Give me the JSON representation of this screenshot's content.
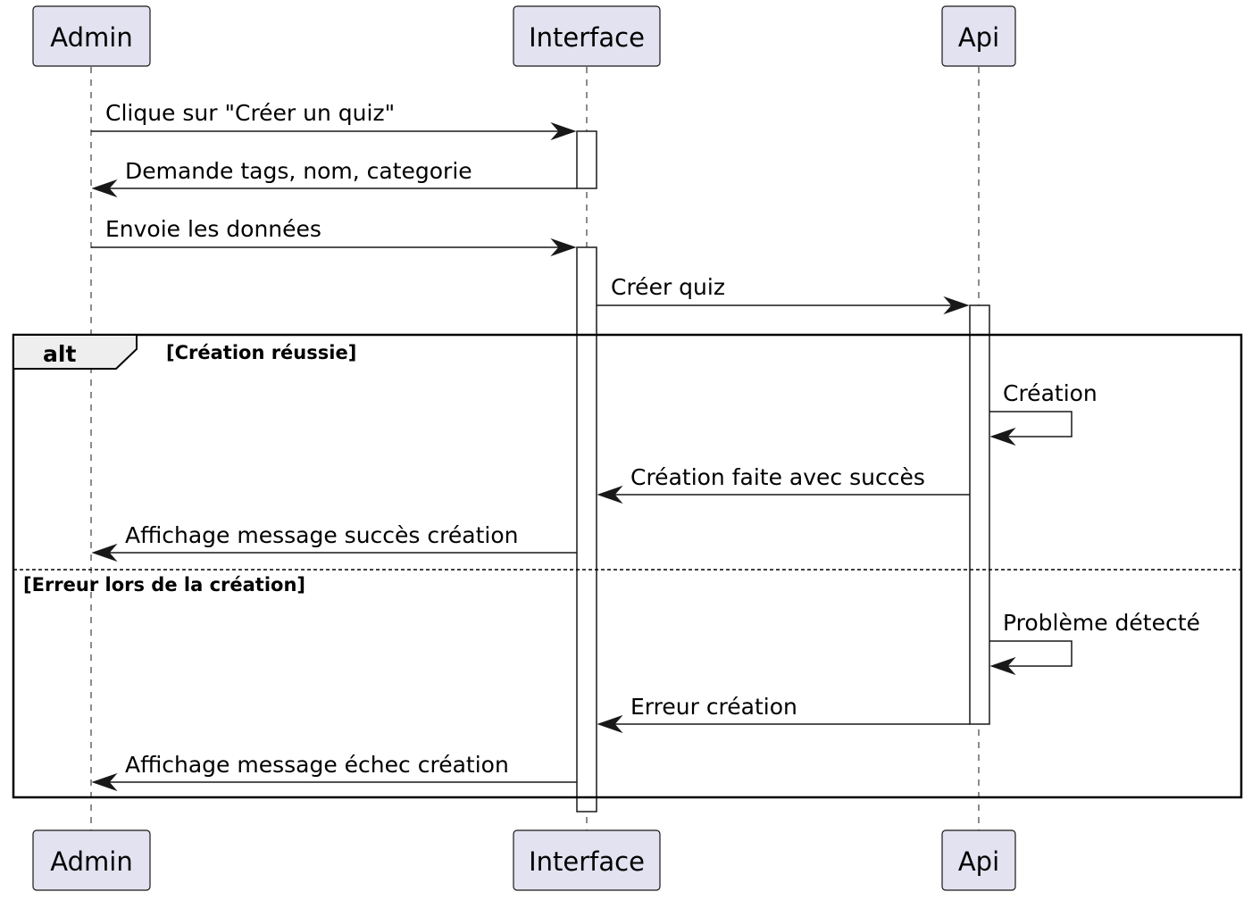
{
  "participants": [
    {
      "id": "admin",
      "label": "Admin"
    },
    {
      "id": "interface",
      "label": "Interface"
    },
    {
      "id": "api",
      "label": "Api"
    }
  ],
  "messages": [
    {
      "from": "admin",
      "to": "interface",
      "label": "Clique sur \"Créer un quiz\""
    },
    {
      "from": "interface",
      "to": "admin",
      "label": "Demande tags, nom, categorie"
    },
    {
      "from": "admin",
      "to": "interface",
      "label": "Envoie les données"
    },
    {
      "from": "interface",
      "to": "api",
      "label": "Créer quiz"
    },
    {
      "from": "api",
      "to": "api",
      "label": "Création"
    },
    {
      "from": "api",
      "to": "interface",
      "label": "Création faite avec succès"
    },
    {
      "from": "interface",
      "to": "admin",
      "label": "Affichage message succès création"
    },
    {
      "from": "api",
      "to": "api",
      "label": "Problème détecté"
    },
    {
      "from": "api",
      "to": "interface",
      "label": "Erreur création"
    },
    {
      "from": "interface",
      "to": "admin",
      "label": "Affichage message échec création"
    }
  ],
  "fragment": {
    "keyword": "alt",
    "guard_1": "[Création réussie]",
    "guard_2": "[Erreur lors de la création]"
  }
}
